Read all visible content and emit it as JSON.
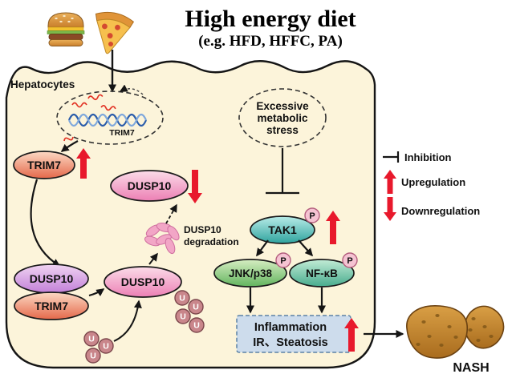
{
  "header": {
    "title": "High energy diet",
    "subtitle": "(e.g. HFD, HFFC, PA)"
  },
  "cell": {
    "label": "Hepatocytes"
  },
  "nucleus": {
    "gene": "TRIM7"
  },
  "nodes": {
    "trim7": "TRIM7",
    "dusp10": "DUSP10",
    "complex_dusp10": "DUSP10",
    "complex_trim7": "TRIM7",
    "ub_dusp10": "DUSP10",
    "tak1": "TAK1",
    "jnk_p38": "JNK/p38",
    "nfkb": "NF-κB"
  },
  "stress": {
    "line1": "Excessive",
    "line2": "metabolic",
    "line3": "stress"
  },
  "degradation": {
    "line1": "DUSP10",
    "line2": "degradation"
  },
  "marks": {
    "phospho": "P",
    "ubiquitin": "U"
  },
  "outcome": {
    "line1": "Inflammation",
    "line2": "IR、Steatosis"
  },
  "result": {
    "label": "NASH"
  },
  "legend": {
    "inhibition": "Inhibition",
    "upregulation": "Upregulation",
    "downregulation": "Downregulation"
  },
  "colors": {
    "arrow_red": "#e8192c",
    "cell_fill": "#fcf4da",
    "outcome_fill": "#cddcec"
  }
}
